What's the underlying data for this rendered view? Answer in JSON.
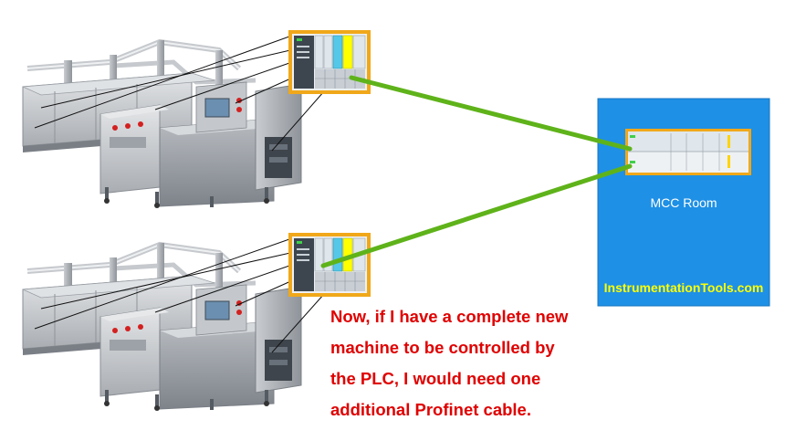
{
  "mcc_room": {
    "label": "MCC Room",
    "background": "#1e90e6",
    "border": "#1576c2"
  },
  "watermark": {
    "text": "InstrumentationTools.com",
    "color": "#ffff00"
  },
  "note": {
    "lines": [
      "Now, if I have a complete new",
      "machine to be controlled by",
      "the PLC, I would need one",
      "additional Profinet cable."
    ],
    "color": "#e00000"
  },
  "profinet_cable": {
    "color": "#5fb31a"
  },
  "plc_panel": {
    "frame_color": "#f0a81a",
    "module_highlight": "#ffff00",
    "module_accent": "#55c8e8"
  },
  "machines": [
    {
      "id": "machine-1"
    },
    {
      "id": "machine-2"
    }
  ]
}
